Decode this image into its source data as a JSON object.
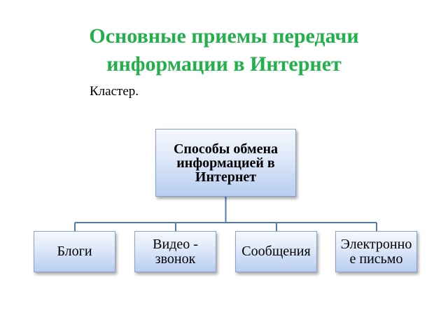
{
  "slide": {
    "title_line_1": "Основные приемы передачи",
    "title_line_2": "информации в Интернет",
    "subtitle": "Кластер."
  },
  "diagram": {
    "root": {
      "lines": [
        "Способы обмена",
        "информацией в",
        "Интернет"
      ]
    },
    "children": [
      {
        "lines": [
          "Блоги"
        ]
      },
      {
        "lines": [
          "Видео -",
          "звонок"
        ]
      },
      {
        "lines": [
          "Сообщения"
        ]
      },
      {
        "lines": [
          "Электронно",
          "е письмо"
        ]
      }
    ]
  },
  "colors": {
    "title": "#22b04b",
    "connector": "#4f7bbd",
    "box_border": "#8aa2c6"
  }
}
